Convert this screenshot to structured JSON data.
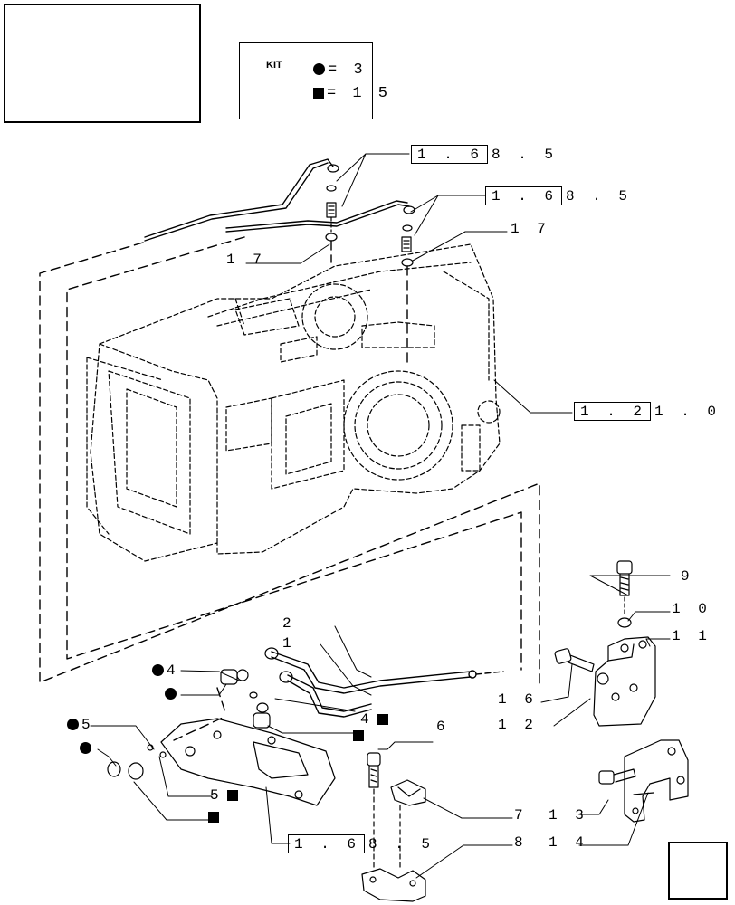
{
  "kit": {
    "badge": "KIT",
    "circle_count": "= 3",
    "square_count": "= 1 5"
  },
  "references": [
    {
      "boxed": "1 . 6",
      "rest": "8 . 5"
    },
    {
      "boxed": "1 . 6",
      "rest": "8 . 5"
    },
    {
      "boxed": "1 . 2",
      "rest": "1 . 0"
    },
    {
      "boxed": "1 . 6",
      "rest": "8 . 5"
    }
  ],
  "parts": {
    "p1": "1",
    "p2": "2",
    "p4a": "4",
    "p4b": "4",
    "p5a": "5",
    "p5b": "5",
    "p6": "6",
    "p7": "7",
    "p8": "8",
    "p9": "9",
    "p10": "1 0",
    "p11": "1 1",
    "p12": "1 2",
    "p13": "1 3",
    "p14": "1 4",
    "p16": "1 6",
    "p17a": "1 7",
    "p17b": "1 7"
  },
  "icons": {
    "kit_box": "kit-box-icon",
    "circle_marker": "circle-marker-icon",
    "square_marker": "square-marker-icon",
    "nav": "next-page-arrow-icon"
  }
}
